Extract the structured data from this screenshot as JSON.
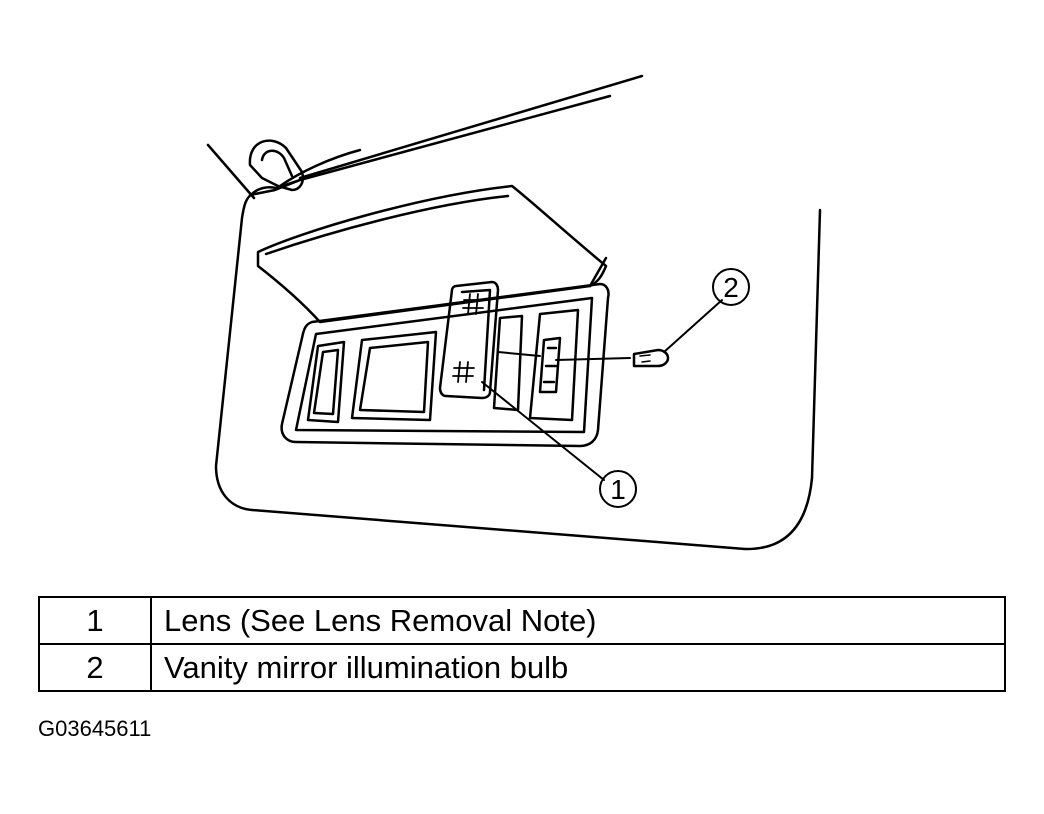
{
  "callouts": [
    {
      "number": "1",
      "description": "Lens (See Lens Removal Note)"
    },
    {
      "number": "2",
      "description": "Vanity mirror illumination bulb"
    }
  ],
  "figure_id": "G03645611",
  "icons": [
    "lens-hatch-icon",
    "bulb-icon"
  ]
}
